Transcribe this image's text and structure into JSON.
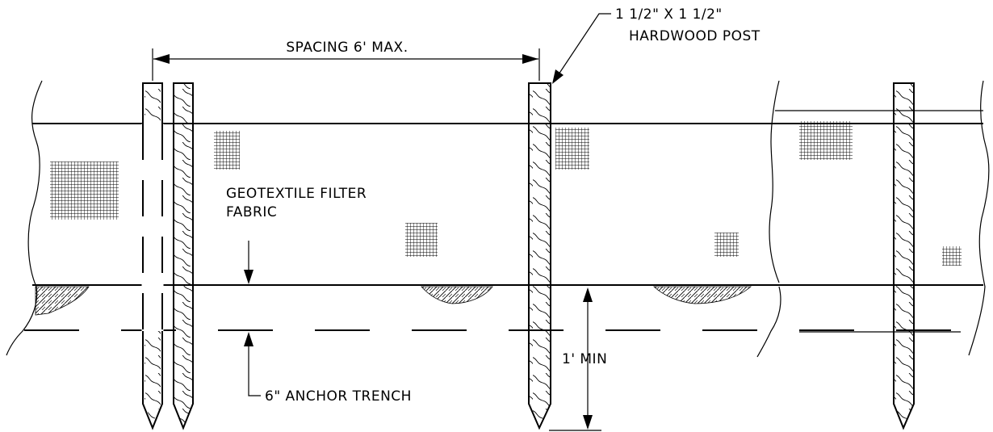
{
  "labels": {
    "spacing": "SPACING 6' MAX.",
    "post_line1": "1 1/2\" X 1 1/2\"",
    "post_line2": "HARDWOOD POST",
    "fabric_line1": "GEOTEXTILE FILTER",
    "fabric_line2": "FABRIC",
    "trench": "6\" ANCHOR TRENCH",
    "min_depth": "1' MIN"
  },
  "colors": {
    "ink": "#000000",
    "background": "#ffffff"
  }
}
